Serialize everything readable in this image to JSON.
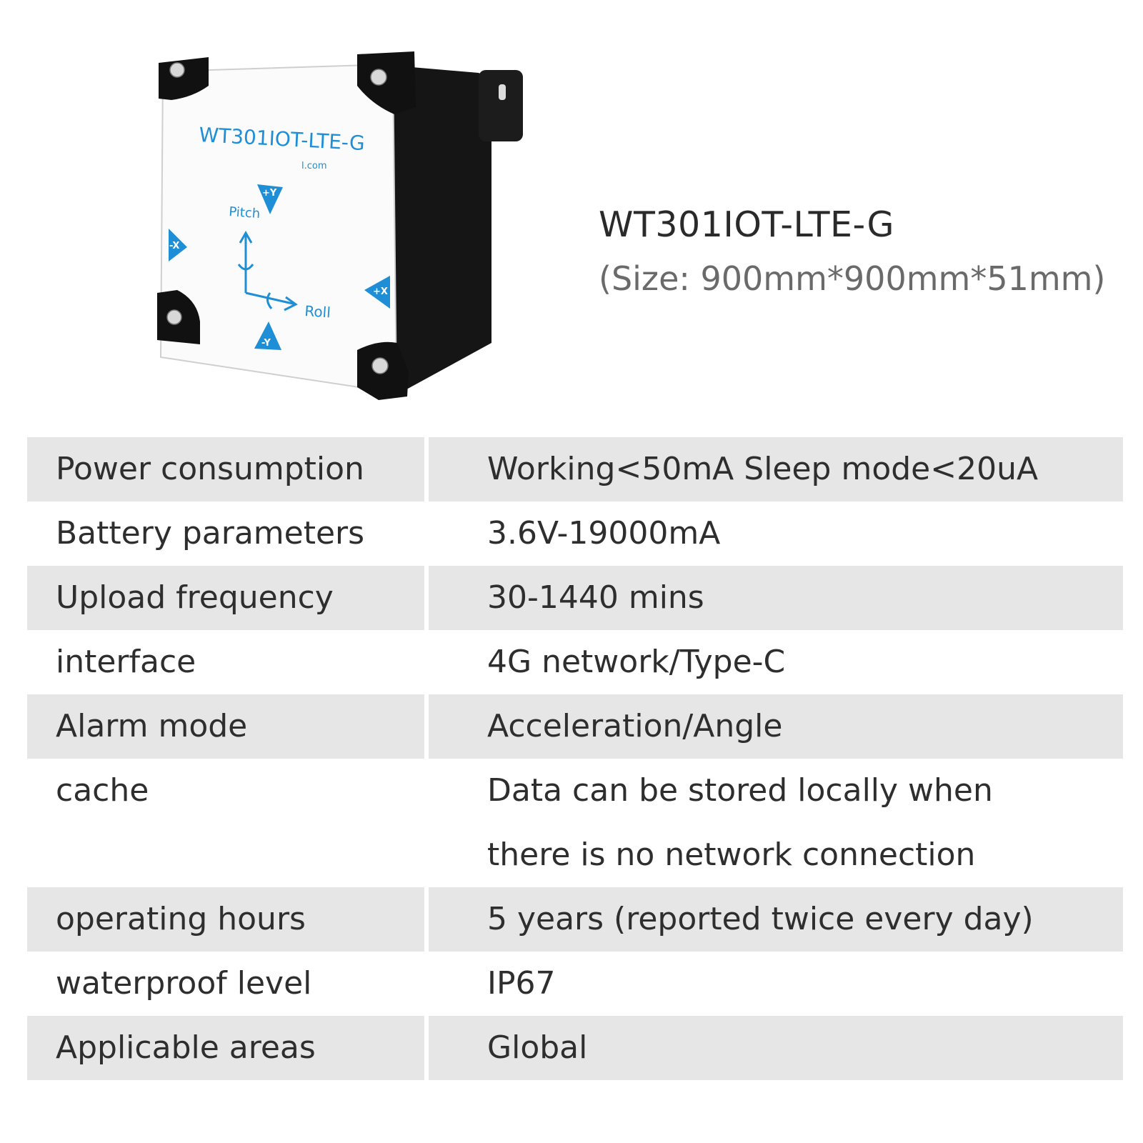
{
  "product": {
    "label_model": "WT301IOT-LTE-G",
    "label_site": "l.com",
    "axis_pitch": "Pitch",
    "axis_roll": "Roll",
    "marker_plus_y": "+Y",
    "marker_minus_y": "-Y",
    "marker_plus_x": "+X",
    "marker_minus_x": "-X",
    "colors": {
      "accent_blue": "#1e8fd6",
      "housing_black": "#151515",
      "panel_white": "#fbfbfb"
    }
  },
  "heading": {
    "model": "WT301IOT-LTE-G",
    "size": "(Size: 900mm*900mm*51mm)"
  },
  "specs": [
    {
      "label": "Power consumption",
      "value": [
        "Working<50mA  Sleep mode<20uA"
      ],
      "shaded": true
    },
    {
      "label": "Battery parameters",
      "value": [
        "3.6V-19000mA"
      ],
      "shaded": false
    },
    {
      "label": "Upload frequency",
      "value": [
        "30-1440 mins"
      ],
      "shaded": true
    },
    {
      "label": "interface",
      "value": [
        "4G network/Type-C"
      ],
      "shaded": false
    },
    {
      "label": "Alarm mode",
      "value": [
        "Acceleration/Angle"
      ],
      "shaded": true
    },
    {
      "label": "cache",
      "value": [
        "Data can be stored locally when",
        "there is no network connection"
      ],
      "shaded": false
    },
    {
      "label": "operating hours",
      "value": [
        "5 years (reported twice every day)"
      ],
      "shaded": true
    },
    {
      "label": "waterproof level",
      "value": [
        "IP67"
      ],
      "shaded": false
    },
    {
      "label": "Applicable areas",
      "value": [
        "Global"
      ],
      "shaded": true
    }
  ]
}
